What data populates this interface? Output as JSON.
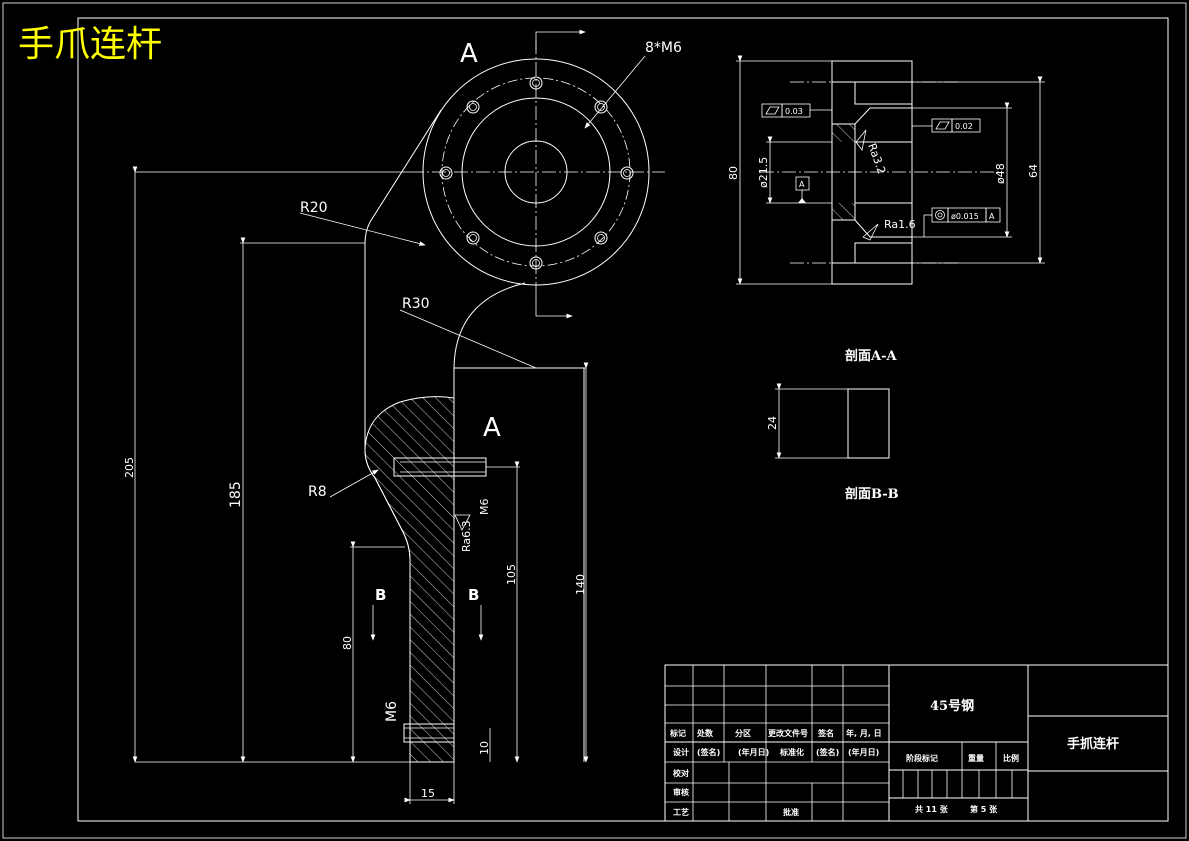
{
  "title": "手爪连杆",
  "colors": {
    "background": "#000000",
    "line": "#ffffff",
    "title": "#ffff00"
  },
  "section_marks": {
    "a_top": "A",
    "a_side": "A",
    "b_left": "B",
    "b_right": "B"
  },
  "main_view": {
    "holes_label": "8*M6",
    "r20": "R20",
    "r30": "R30",
    "r8": "R8",
    "dim_205": "205",
    "dim_185": "185",
    "dim_140": "140",
    "dim_105": "105",
    "dim_80": "80",
    "dim_10": "10",
    "dim_15": "15",
    "m6_top": "M6",
    "m6_bottom": "M6",
    "ra_side": "Ra6.3"
  },
  "section_aa": {
    "label": "剖面A-A",
    "dim_80": "80",
    "dim_21_5": "ø21.5",
    "dim_48": "ø48",
    "dim_64": "64",
    "flatness_1": "0.03",
    "flatness_2": "0.02",
    "concentric": "ø0.015",
    "datum": "A",
    "datum_ref": "A",
    "ra_1": "Ra3.2",
    "ra_2": "Ra1.6"
  },
  "section_bb": {
    "label": "剖面B-B",
    "dim_24": "24"
  },
  "title_block": {
    "material": "45号钢",
    "part_name": "手抓连杆",
    "headers": [
      "标记",
      "处数",
      "分区",
      "更改文件号",
      "签名",
      "年, 月, 日"
    ],
    "row_design": [
      "设计",
      "(签名)",
      "(年月日)",
      "标准化",
      "(签名)",
      "(年月日)"
    ],
    "row_check": "校对",
    "row_review": "审核",
    "row_process": "工艺",
    "approve": "批准",
    "stage_label": "阶段标记",
    "weight_label": "重量",
    "scale_label": "比例",
    "total_sheets": "共  11 张",
    "sheet_no": "第  5 张"
  }
}
